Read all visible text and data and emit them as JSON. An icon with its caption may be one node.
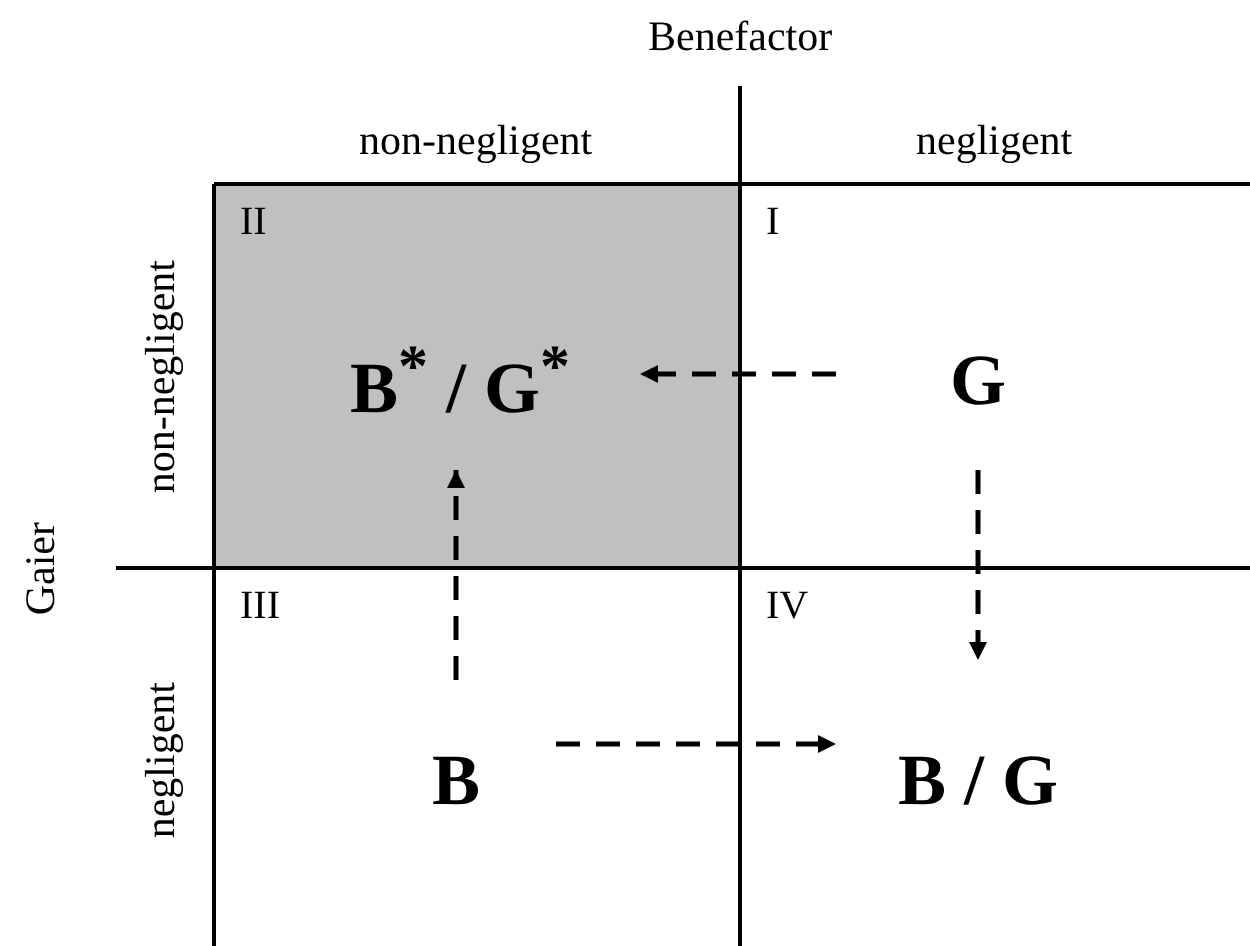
{
  "diagram": {
    "nodes": [
      {
        "text": [
          "II"
        ]
      },
      {
        "text": [
          "I"
        ]
      },
      {
        "text": [
          "III"
        ]
      },
      {
        "text": [
          "IV"
        ]
      },
      {
        "text": [
          "B$^{*}$ / G$^{*}$"
        ],
        "in": 0
      },
      {
        "text": [
          "G"
        ],
        "in": 1
      },
      {
        "text": [
          "B"
        ],
        "in": 2
      },
      {
        "text": [
          "B / G"
        ],
        "in": 3
      }
    ],
    "edges": [
      {
        "from": 5,
        "to": 4,
        "arrow": "to",
        "style": "dashed"
      },
      {
        "from": 5,
        "to": 7,
        "arrow": "to",
        "style": "dashed"
      },
      {
        "from": 6,
        "to": 4,
        "arrow": "to",
        "style": "dashed"
      },
      {
        "from": 6,
        "to": 7,
        "arrow": "to",
        "style": "dashed"
      }
    ],
    "labels": [
      "Benefactor",
      "non-negligent",
      "negligent",
      "Gaier",
      "non-negligent",
      "negligent"
    ]
  }
}
